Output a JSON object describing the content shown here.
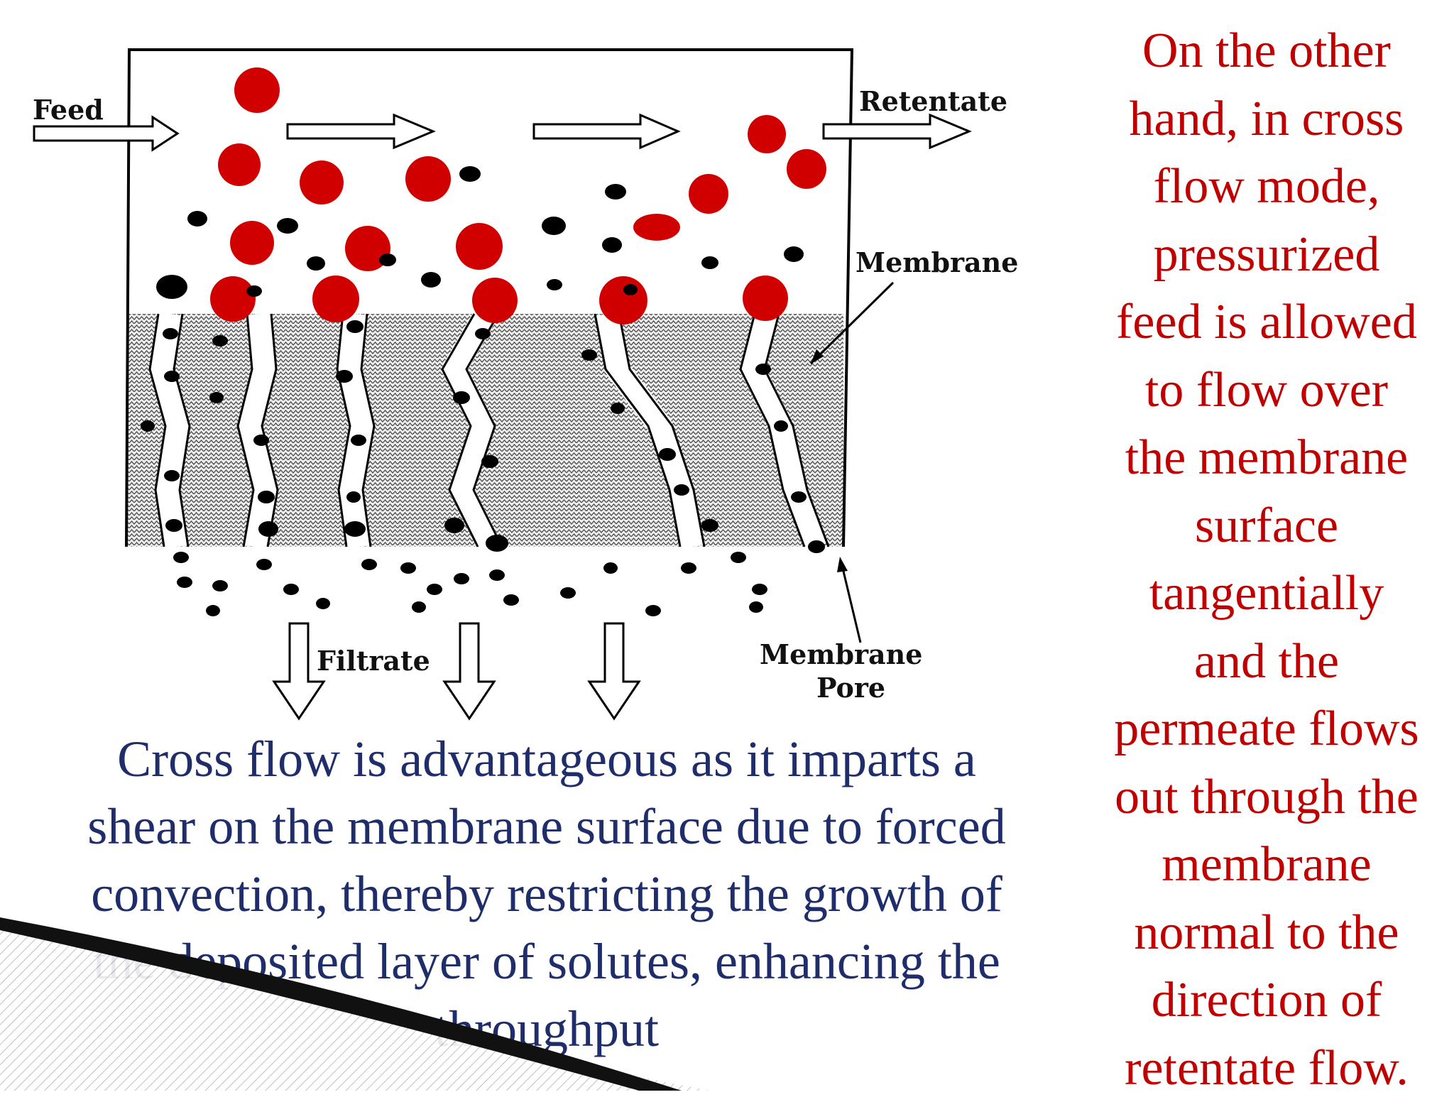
{
  "diagram": {
    "labels": {
      "feed": "Feed",
      "retentate": "Retentate",
      "membrane": "Membrane",
      "filtrate": "Filtrate",
      "pore_line1": "Membrane",
      "pore_line2": "Pore"
    },
    "colors": {
      "solute_large": "#d00000",
      "solute_small": "#000000",
      "membrane_hatch": "#555555",
      "side_text": "#c00000",
      "bottom_text": "#1f2d6b"
    }
  },
  "side_text": {
    "lines": [
      "On the other",
      "hand, in cross",
      "flow mode,",
      "pressurized",
      "feed is allowed",
      "to flow over",
      "the membrane",
      "surface",
      "tangentially",
      "and the",
      "permeate flows",
      "out through the",
      "membrane",
      "normal to the",
      "direction of",
      "retentate flow."
    ]
  },
  "bottom_text": {
    "lines": [
      "Cross flow is advantageous as it imparts a",
      "shear on the membrane surface due to forced",
      "convection, thereby restricting the growth of",
      "the deposited layer of solutes, enhancing the",
      "throughput"
    ]
  }
}
